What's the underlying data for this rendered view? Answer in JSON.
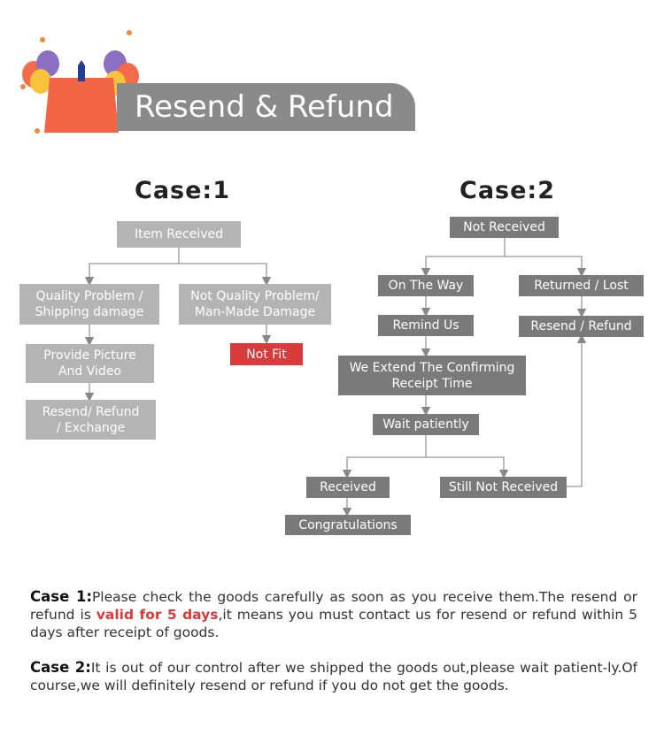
{
  "header": {
    "title": "Resend & Refund"
  },
  "case1": {
    "title": "Case:1",
    "nodes": {
      "item_received": "Item Received",
      "quality_problem": "Quality Problem /\nShipping damage",
      "not_quality_problem": "Not Quality Problem/\nMan-Made Damage",
      "provide_picture": "Provide Picture\nAnd Video",
      "not_fit": "Not Fit",
      "resend_refund_exchange": "Resend/ Refund\n/ Exchange"
    }
  },
  "case2": {
    "title": "Case:2",
    "nodes": {
      "not_received": "Not Received",
      "on_the_way": "On The Way",
      "returned_lost": "Returned / Lost",
      "remind_us": "Remind Us",
      "resend_refund": "Resend / Refund",
      "extend_time": "We Extend The Confirming\nReceipt Time",
      "wait_patiently": "Wait patiently",
      "received": "Received",
      "still_not_received": "Still Not Received",
      "congratulations": "Congratulations"
    }
  },
  "notes": {
    "case1_label": "Case 1:",
    "case1_text_a": "Please check the goods carefully as soon as you receive them.The resend or refund is ",
    "case1_highlight": "valid for 5 days",
    "case1_text_b": ",it means you must contact us for resend or refund within 5 days after receipt of goods.",
    "case2_label": "Case 2:",
    "case2_text": "It is out of our control after we shipped the goods out,please wait patient-ly.Of course,we will definitely resend or refund if you do not get the goods."
  },
  "colors": {
    "light_box": "#b4b4b4",
    "dark_box": "#7a7a7a",
    "highlight": "#d93a3a",
    "banner": "#8a8a8a"
  }
}
